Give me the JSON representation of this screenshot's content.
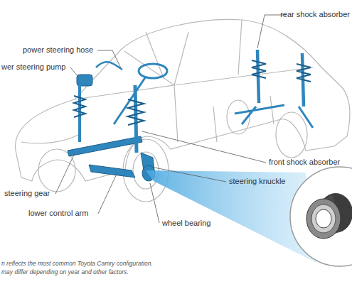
{
  "diagram": {
    "labels": [
      "rear shock absorber",
      "power steering hose",
      "wer steering pump",
      "front shock absorber",
      "steering knuckle",
      "steering gear",
      "lower control arm",
      "wheel bearing",
      "n reflects the most common Toyota Camry configuration.",
      "may differ depending on year and other factors."
    ]
  }
}
